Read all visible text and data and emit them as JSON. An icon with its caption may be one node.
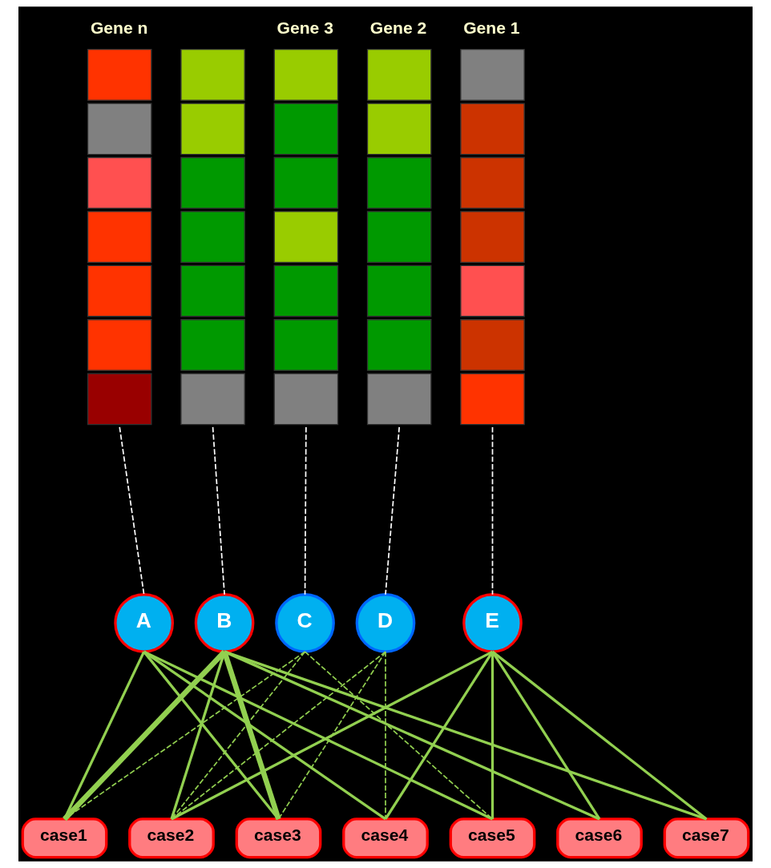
{
  "diagram": {
    "nodes": [
      {
        "text": [
          "Gene n"
        ]
      },
      {
        "text": [],
        "shape": "bar"
      },
      {
        "text": [
          "Gene 3"
        ]
      },
      {
        "text": [
          "Gene 2"
        ]
      },
      {
        "text": [
          "Gene 1"
        ]
      },
      {
        "text": [
          "A"
        ]
      },
      {
        "text": [
          "B"
        ]
      },
      {
        "text": [
          "C"
        ]
      },
      {
        "text": [
          "D"
        ]
      },
      {
        "text": [
          "E"
        ]
      },
      {
        "text": [
          "case1"
        ]
      },
      {
        "text": [
          "case2"
        ]
      },
      {
        "text": [
          "case3"
        ]
      },
      {
        "text": [
          "case4"
        ]
      },
      {
        "text": [
          "case5"
        ]
      },
      {
        "text": [
          "case6"
        ]
      },
      {
        "text": [
          "case7"
        ]
      }
    ],
    "edges": [
      {
        "from": 0,
        "to": 5,
        "arrow": "none",
        "style": "dashed",
        "color": "#ffffff"
      },
      {
        "from": 1,
        "to": 6,
        "arrow": "none",
        "style": "dashed",
        "color": "#ffffff"
      },
      {
        "from": 2,
        "to": 7,
        "arrow": "none",
        "style": "dashed",
        "color": "#ffffff"
      },
      {
        "from": 3,
        "to": 8,
        "arrow": "none",
        "style": "dashed",
        "color": "#ffffff"
      },
      {
        "from": 4,
        "to": 9,
        "arrow": "none",
        "style": "dashed",
        "color": "#ffffff"
      },
      {
        "from": 5,
        "to": 10,
        "arrow": "none"
      },
      {
        "from": 5,
        "to": 12,
        "arrow": "none"
      },
      {
        "from": 5,
        "to": 13,
        "arrow": "none"
      },
      {
        "from": 5,
        "to": 14,
        "arrow": "none"
      },
      {
        "from": 6,
        "to": 10,
        "arrow": "none",
        "style": "thick"
      },
      {
        "from": 6,
        "to": 11,
        "arrow": "none"
      },
      {
        "from": 6,
        "to": 12,
        "arrow": "none",
        "style": "thick"
      },
      {
        "from": 6,
        "to": 15,
        "arrow": "none"
      },
      {
        "from": 6,
        "to": 16,
        "arrow": "none"
      },
      {
        "from": 7,
        "to": 10,
        "arrow": "none",
        "style": "dashed"
      },
      {
        "from": 7,
        "to": 11,
        "arrow": "none",
        "style": "dashed"
      },
      {
        "from": 7,
        "to": 14,
        "arrow": "none",
        "style": "dashed"
      },
      {
        "from": 8,
        "to": 11,
        "arrow": "none",
        "style": "dashed"
      },
      {
        "from": 8,
        "to": 12,
        "arrow": "none",
        "style": "dashed"
      },
      {
        "from": 8,
        "to": 13,
        "arrow": "none",
        "style": "dashed"
      },
      {
        "from": 9,
        "to": 11,
        "arrow": "none"
      },
      {
        "from": 9,
        "to": 13,
        "arrow": "none"
      },
      {
        "from": 9,
        "to": 14,
        "arrow": "none"
      },
      {
        "from": 9,
        "to": 15,
        "arrow": "none"
      },
      {
        "from": 9,
        "to": 16,
        "arrow": "none"
      }
    ]
  }
}
